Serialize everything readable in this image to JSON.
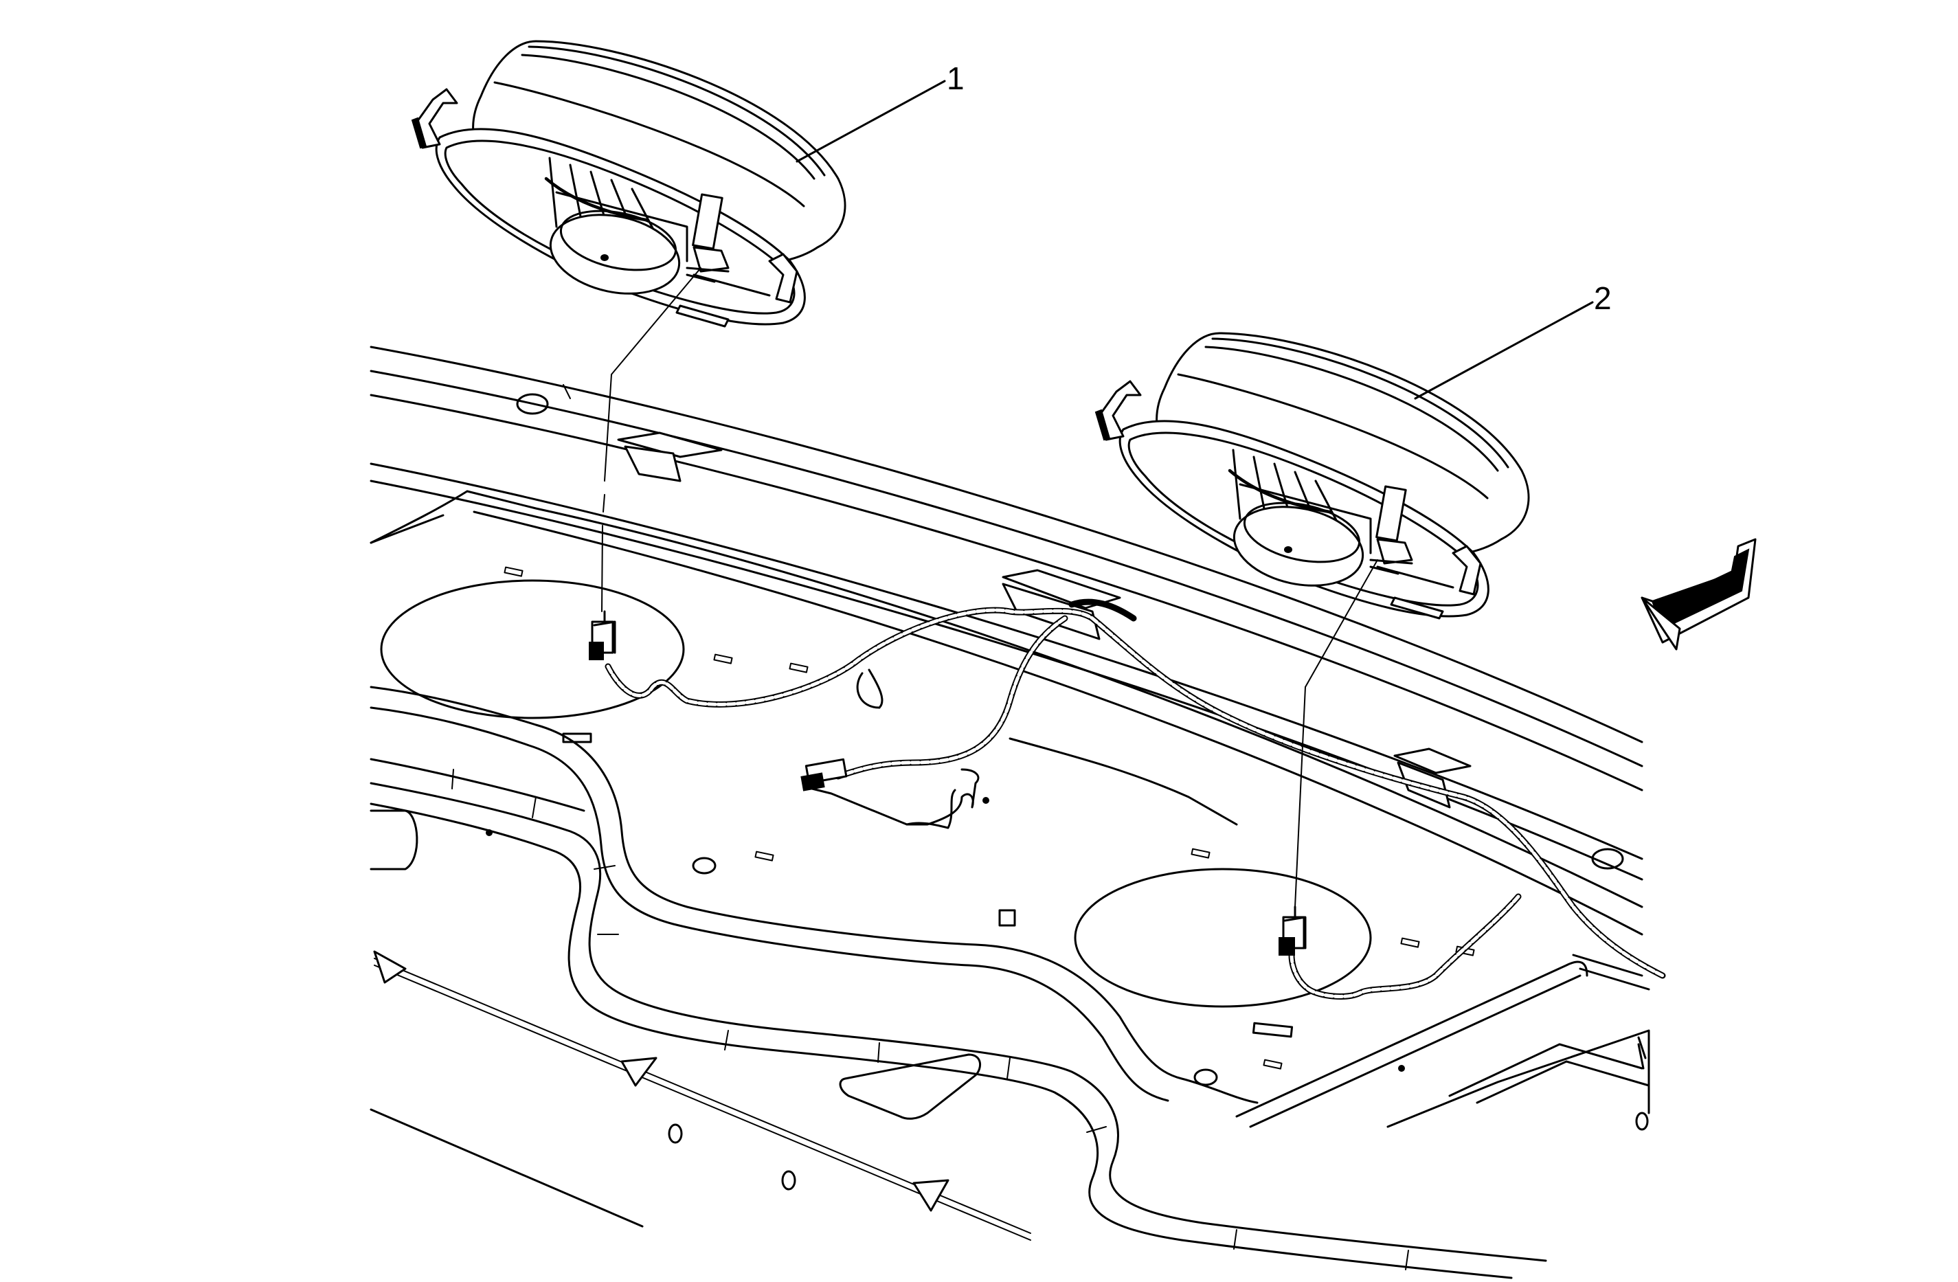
{
  "callouts": [
    {
      "label": "1",
      "target": "left-rear-speaker"
    },
    {
      "label": "2",
      "target": "right-rear-speaker"
    }
  ],
  "icons": {
    "speaker": "speaker-icon",
    "connector": "connector-icon",
    "direction_arrow": "forward-arrow-icon"
  },
  "colors": {
    "line": "#000000",
    "background": "#ffffff"
  }
}
